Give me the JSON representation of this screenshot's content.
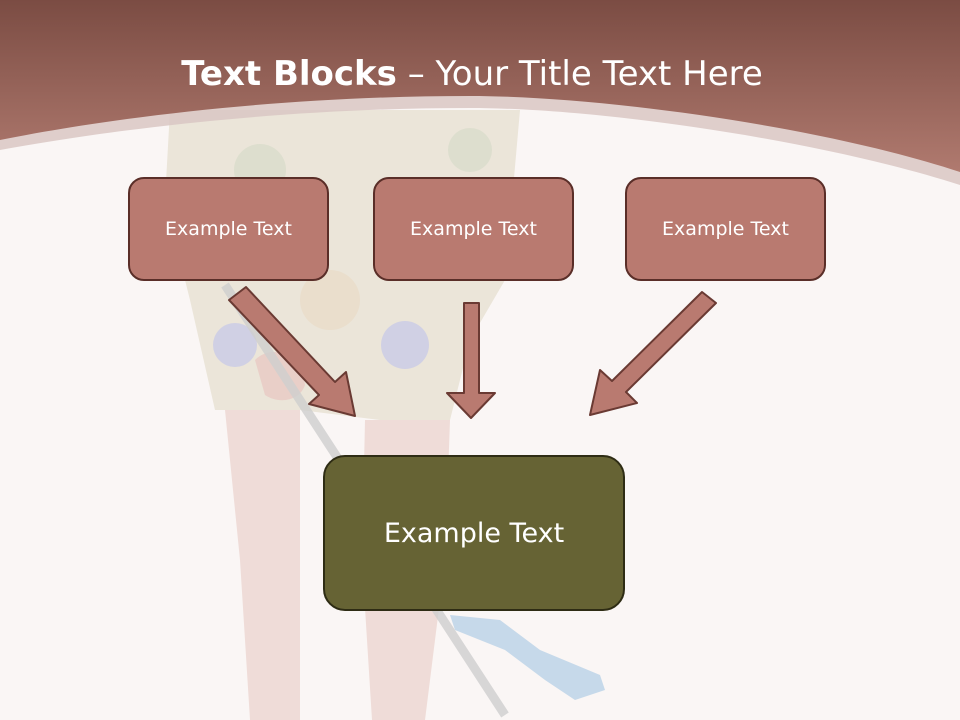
{
  "slide": {
    "title_bold": "Text Blocks",
    "title_dash": " – ",
    "title_rest": "Your Title Text Here"
  },
  "blocks": {
    "left": "Example Text",
    "center": "Example Text",
    "right": "Example Text",
    "bottom": "Example Text"
  },
  "colors": {
    "header": "#a86e63",
    "small_block_fill": "#b97a70",
    "small_block_border": "#5a2e28",
    "big_block_fill": "#666334",
    "big_block_border": "#2e2c14",
    "arrow_fill": "#b97a70",
    "arrow_border": "#6a3a33"
  }
}
